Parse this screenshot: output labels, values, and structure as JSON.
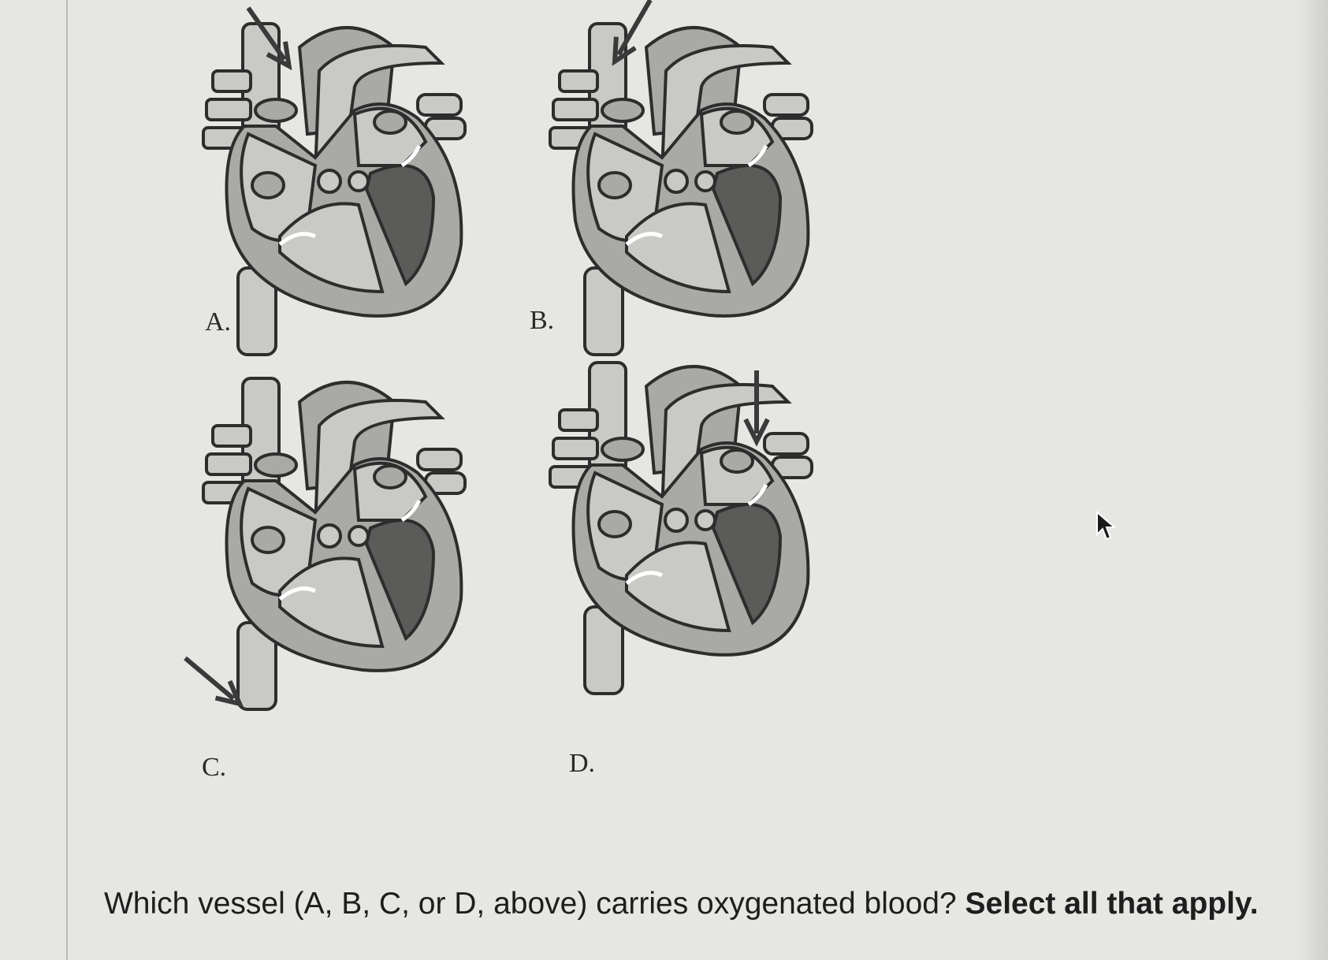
{
  "figure": {
    "options": [
      {
        "id": "A",
        "label": "A."
      },
      {
        "id": "B",
        "label": "B."
      },
      {
        "id": "C",
        "label": "C."
      },
      {
        "id": "D",
        "label": "D."
      }
    ]
  },
  "question": {
    "text": "Which vessel (A, B, C, or D, above) carries oxygenated blood?",
    "emphasis": "Select all that apply."
  },
  "colors": {
    "light_gray": "#c9c9c6",
    "mid_gray": "#a9a9a6",
    "dark_gray": "#5b5b59",
    "outline": "#2d2d2d"
  },
  "icons": {
    "pointer": "mouse-pointer-icon"
  }
}
